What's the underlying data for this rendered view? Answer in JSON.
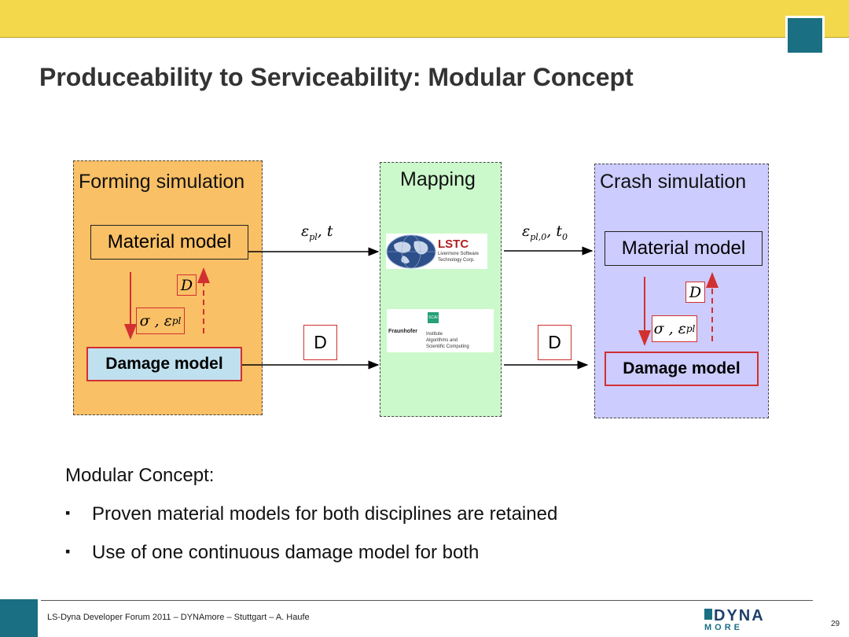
{
  "slide": {
    "title": "Produceability to Serviceability: Modular Concept"
  },
  "diagram": {
    "forming": {
      "title": "Forming simulation",
      "material": "Material model",
      "damage": "Damage model",
      "stress_label": "σ , ε",
      "stress_sub": "pl",
      "d_label": "D"
    },
    "mapping": {
      "title": "Mapping",
      "lstc_logo": {
        "name": "LSTC",
        "line1": "Livermore Software",
        "line2": "Technology Corp."
      },
      "fraunhofer_logo": {
        "name": "Fraunhofer",
        "tag": "SCAI",
        "line1": "Institute",
        "line2": "Algorithms and",
        "line3": "Scientific Computing"
      }
    },
    "crash": {
      "title": "Crash simulation",
      "material": "Material model",
      "damage": "Damage model",
      "stress_label": "σ , ε",
      "stress_sub": "pl",
      "d_label": "D"
    },
    "arrow_in_top": {
      "eps": "ε",
      "sub": "pl",
      "rest": ", t"
    },
    "arrow_out_top": {
      "eps": "ε",
      "sub": "pl,0",
      "mid": ", t",
      "sub2": "0"
    },
    "arrow_in_bottom_label": "D",
    "arrow_out_bottom_label": "D"
  },
  "concept": {
    "heading": "Modular Concept:",
    "bullets": [
      "Proven material models for both disciplines are retained",
      "Use of one continuous damage model for both"
    ],
    "bullet_symbol": "▪"
  },
  "footer": {
    "text": "LS-Dyna Developer Forum 2011 – DYNAmore – Stuttgart  –  A. Haufe",
    "page": "29",
    "logo_top": "DYNA",
    "logo_bottom": "MORE"
  },
  "colors": {
    "topbar": "#f2d84a",
    "accent_teal": "#1a6f82",
    "forming_bg": "#f9c066",
    "mapping_bg": "#ccf9cc",
    "crash_bg": "#ccccff",
    "red": "#d23030"
  },
  "icons": {
    "lstc_globe": "globe-icon",
    "bullet": "square-bullet-icon"
  }
}
